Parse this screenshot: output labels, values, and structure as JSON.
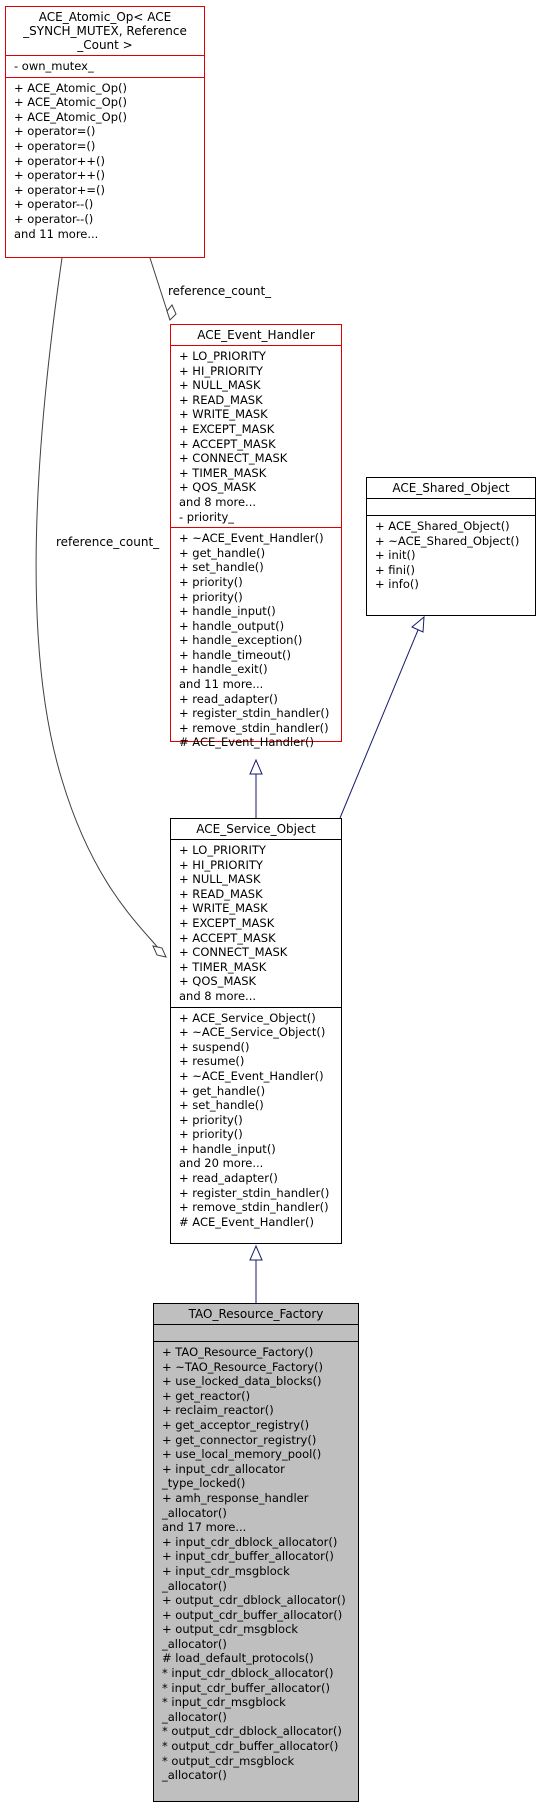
{
  "classes": [
    {
      "id": "atomic",
      "title_lines": [
        "ACE_Atomic_Op< ACE",
        "_SYNCH_MUTEX, Reference",
        "_Count >"
      ],
      "sections": [
        [
          "- own_mutex_"
        ],
        [
          "+ ACE_Atomic_Op()",
          "+ ACE_Atomic_Op()",
          "+ ACE_Atomic_Op()",
          "+ operator=()",
          "+ operator=()",
          "+ operator++()",
          "+ operator++()",
          "+ operator+=()",
          "+ operator--()",
          "+ operator--()",
          "and 11 more..."
        ]
      ]
    },
    {
      "id": "event_handler",
      "title_lines": [
        "ACE_Event_Handler"
      ],
      "sections": [
        [
          "+ LO_PRIORITY",
          "+ HI_PRIORITY",
          "+ NULL_MASK",
          "+ READ_MASK",
          "+ WRITE_MASK",
          "+ EXCEPT_MASK",
          "+ ACCEPT_MASK",
          "+ CONNECT_MASK",
          "+ TIMER_MASK",
          "+ QOS_MASK",
          "and 8 more...",
          "- priority_"
        ],
        [
          "+ ~ACE_Event_Handler()",
          "+ get_handle()",
          "+ set_handle()",
          "+ priority()",
          "+ priority()",
          "+ handle_input()",
          "+ handle_output()",
          "+ handle_exception()",
          "+ handle_timeout()",
          "+ handle_exit()",
          "and 11 more...",
          "+ read_adapter()",
          "+ register_stdin_handler()",
          "+ remove_stdin_handler()",
          "# ACE_Event_Handler()"
        ]
      ]
    },
    {
      "id": "shared_object",
      "title_lines": [
        "ACE_Shared_Object"
      ],
      "sections": [
        [],
        [
          "+ ACE_Shared_Object()",
          "+ ~ACE_Shared_Object()",
          "+ init()",
          "+ fini()",
          "+ info()"
        ]
      ]
    },
    {
      "id": "service_object",
      "title_lines": [
        "ACE_Service_Object"
      ],
      "sections": [
        [
          "+ LO_PRIORITY",
          "+ HI_PRIORITY",
          "+ NULL_MASK",
          "+ READ_MASK",
          "+ WRITE_MASK",
          "+ EXCEPT_MASK",
          "+ ACCEPT_MASK",
          "+ CONNECT_MASK",
          "+ TIMER_MASK",
          "+ QOS_MASK",
          "and 8 more..."
        ],
        [
          "+ ACE_Service_Object()",
          "+ ~ACE_Service_Object()",
          "+ suspend()",
          "+ resume()",
          "+ ~ACE_Event_Handler()",
          "+ get_handle()",
          "+ set_handle()",
          "+ priority()",
          "+ priority()",
          "+ handle_input()",
          "and 20 more...",
          "+ read_adapter()",
          "+ register_stdin_handler()",
          "+ remove_stdin_handler()",
          "# ACE_Event_Handler()"
        ]
      ]
    },
    {
      "id": "resource_factory",
      "title_lines": [
        "TAO_Resource_Factory"
      ],
      "sections": [
        [],
        [
          "+ TAO_Resource_Factory()",
          "+ ~TAO_Resource_Factory()",
          "+ use_locked_data_blocks()",
          "+ get_reactor()",
          "+ reclaim_reactor()",
          "+ get_acceptor_registry()",
          "+ get_connector_registry()",
          "+ use_local_memory_pool()",
          "+ input_cdr_allocator",
          "_type_locked()",
          "+ amh_response_handler",
          "_allocator()",
          "and 17 more...",
          "+ input_cdr_dblock_allocator()",
          "+ input_cdr_buffer_allocator()",
          "+ input_cdr_msgblock",
          "_allocator()",
          "+ output_cdr_dblock_allocator()",
          "+ output_cdr_buffer_allocator()",
          "+ output_cdr_msgblock",
          "_allocator()",
          "# load_default_protocols()",
          "* input_cdr_dblock_allocator()",
          "* input_cdr_buffer_allocator()",
          "* input_cdr_msgblock",
          "_allocator()",
          "* output_cdr_dblock_allocator()",
          "* output_cdr_buffer_allocator()",
          "* output_cdr_msgblock",
          "_allocator()"
        ]
      ]
    }
  ],
  "edge_labels": {
    "reference_count_top": "reference_count_",
    "reference_count_left": "reference_count_"
  },
  "colors": {
    "inherit_edge": "#191970",
    "usage_edge": "#404040",
    "highlight_border": "#e00000",
    "focus_fill": "#bfbfbf"
  }
}
